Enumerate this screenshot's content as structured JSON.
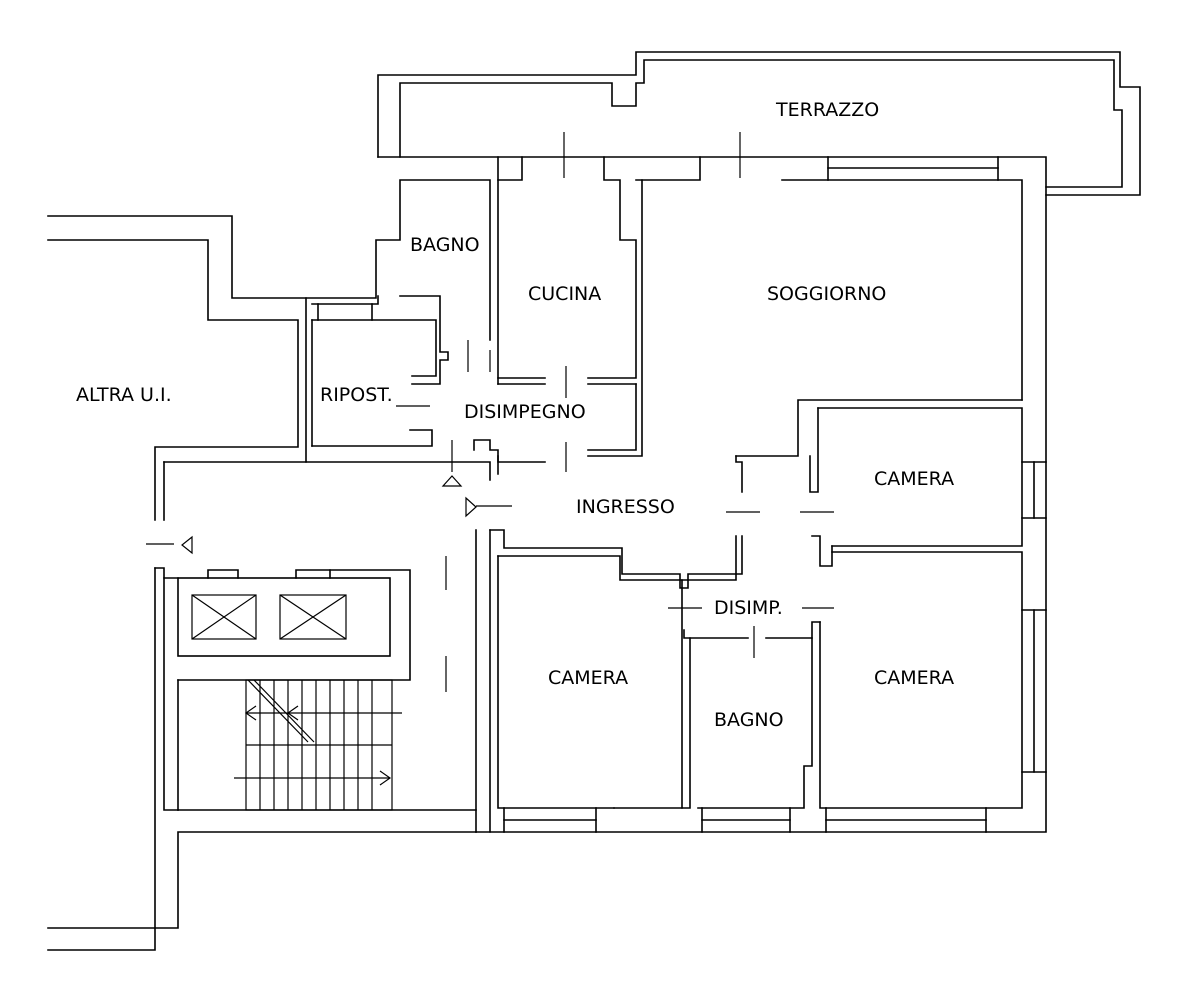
{
  "rooms": {
    "terrazzo": "TERRAZZO",
    "bagno_top": "BAGNO",
    "cucina": "CUCINA",
    "soggiorno": "SOGGIORNO",
    "altra_ui": "ALTRA U.I.",
    "ripost": "RIPOST.",
    "disimpegno": "DISIMPEGNO",
    "camera_right_upper": "CAMERA",
    "ingresso": "INGRESSO",
    "disimp": "DISIMP.",
    "camera_left_lower": "CAMERA",
    "bagno_bottom": "BAGNO",
    "camera_right_lower": "CAMERA"
  },
  "colors": {
    "ink": "#000000",
    "paper": "#ffffff"
  }
}
